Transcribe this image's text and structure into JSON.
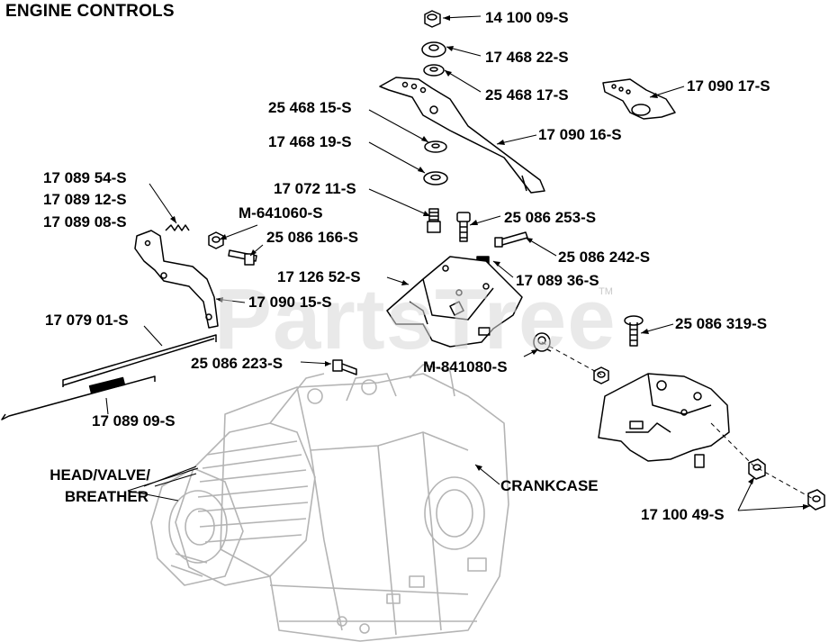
{
  "title": "ENGINE CONTROLS",
  "watermark": {
    "text": "PartsTree",
    "tm": "TM"
  },
  "labels": {
    "p14100_09": "14 100 09-S",
    "p17468_22": "17 468 22-S",
    "p25468_17": "25 468 17-S",
    "p17090_17": "17 090 17-S",
    "p25468_15": "25 468 15-S",
    "p17090_16": "17 090 16-S",
    "p17468_19": "17 468 19-S",
    "p17089_54": "17 089 54-S",
    "p17089_12": "17 089 12-S",
    "p17089_08": "17 089 08-S",
    "p17072_11": "17 072 11-S",
    "pM641060": "M-641060-S",
    "p25086_253": "25 086 253-S",
    "p25086_166": "25 086 166-S",
    "p25086_242": "25 086 242-S",
    "p17126_52": "17 126 52-S",
    "p17089_36": "17 089 36-S",
    "p17090_15": "17 090 15-S",
    "p17079_01": "17 079 01-S",
    "p25086_319": "25 086 319-S",
    "p25086_223": "25 086 223-S",
    "pM841080": "M-841080-S",
    "p17089_09": "17 089 09-S",
    "head1": "HEAD/VALVE/",
    "head2": "BREATHER",
    "crankcase": "CRANKCASE",
    "p17100_49": "17 100 49-S"
  }
}
